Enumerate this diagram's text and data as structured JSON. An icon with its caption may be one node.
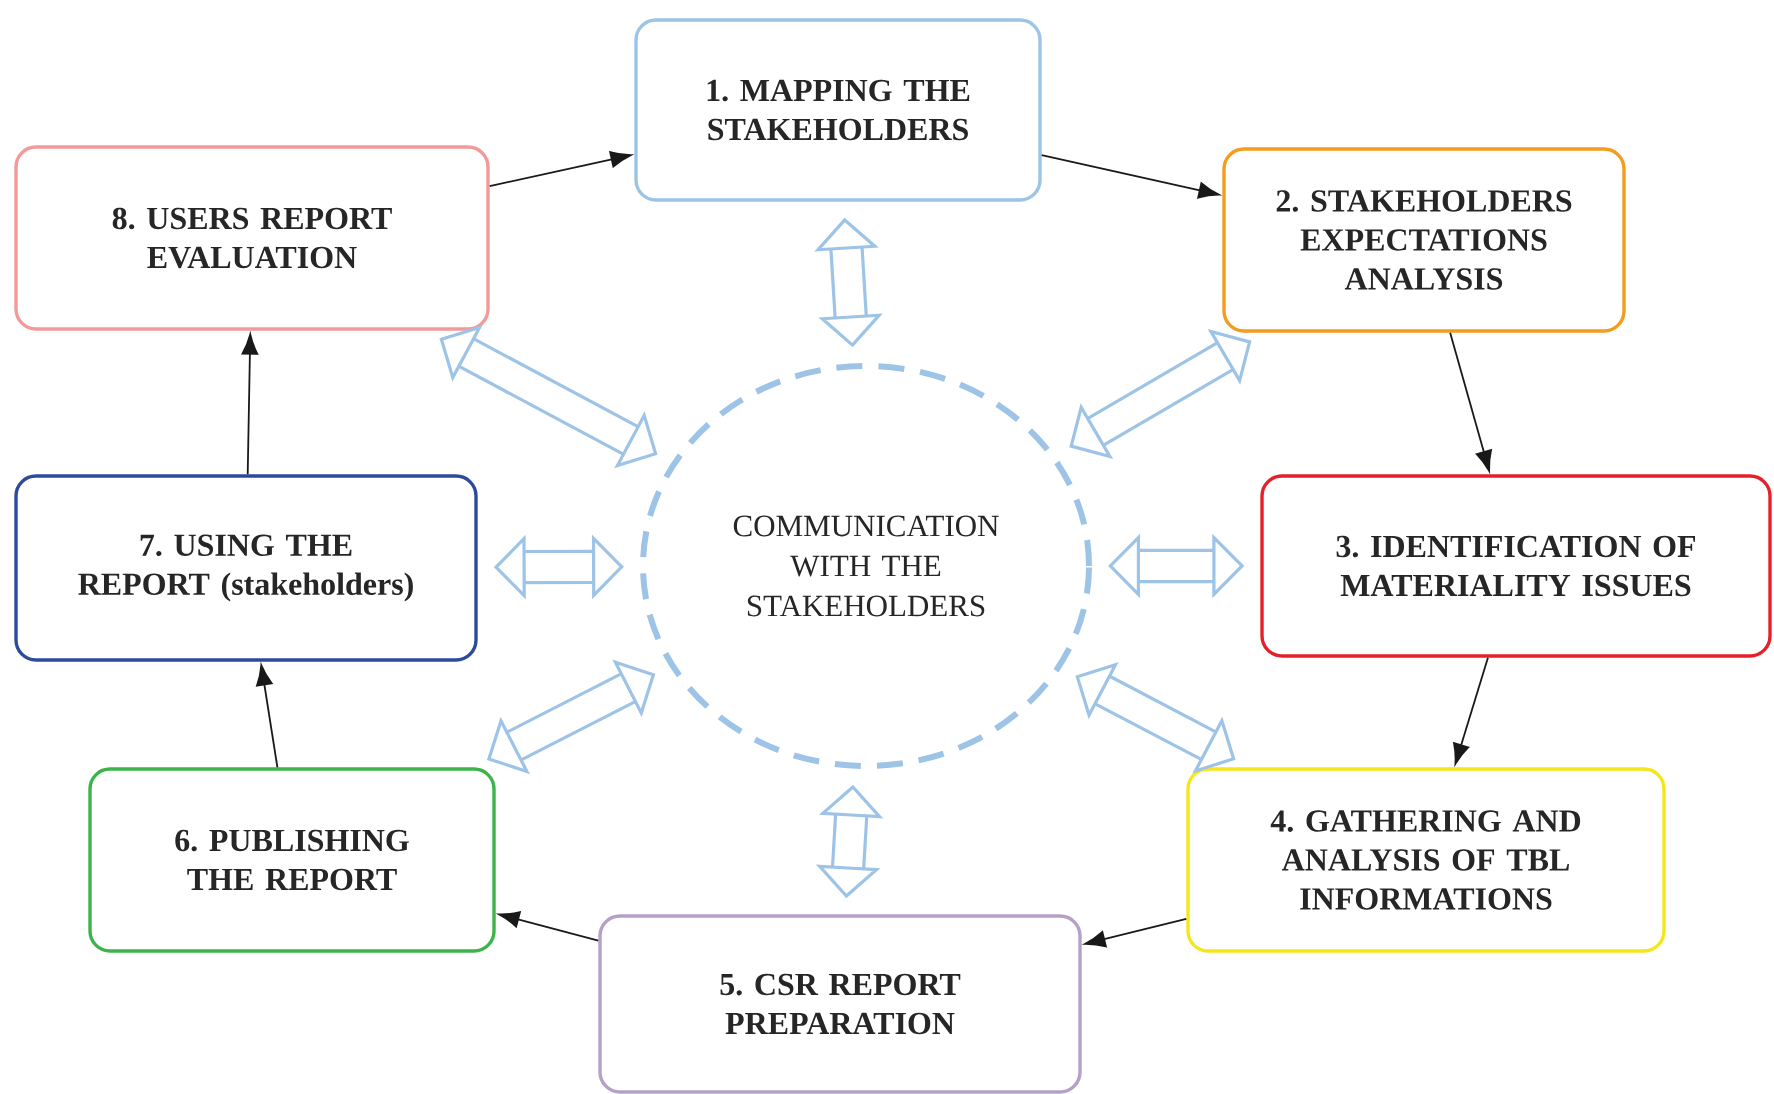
{
  "diagram": {
    "nodes": [
      {
        "text": [
          "1. MAPPING THE STAKEHOLDERS"
        ]
      },
      {
        "text": [
          "2. STAKEHOLDERS EXPECTATIONS ANALYSIS"
        ]
      },
      {
        "text": [
          "3. IDENTIFICATION OF MATERIALITY ISSUES"
        ]
      },
      {
        "text": [
          "4. GATHERING AND ANALYSIS OF TBL INFORMATIONS"
        ]
      },
      {
        "text": [
          "5. CSR REPORT PREPARATION"
        ]
      },
      {
        "text": [
          "6. PUBLISHING THE REPORT"
        ]
      },
      {
        "text": [
          "7. USING THE REPORT (stakeholders)"
        ]
      },
      {
        "text": [
          "8. USERS REPORT EVALUATION"
        ]
      },
      {
        "text": [
          "COMMUNICATION WITH THE STAKEHOLDERS"
        ]
      }
    ],
    "edges": [
      {
        "from": 0,
        "to": 1,
        "arrow": "to"
      },
      {
        "from": 1,
        "to": 2,
        "arrow": "to"
      },
      {
        "from": 2,
        "to": 3,
        "arrow": "to"
      },
      {
        "from": 3,
        "to": 4,
        "arrow": "to"
      },
      {
        "from": 4,
        "to": 5,
        "arrow": "to"
      },
      {
        "from": 5,
        "to": 6,
        "arrow": "to"
      },
      {
        "from": 6,
        "to": 7,
        "arrow": "to"
      },
      {
        "from": 7,
        "to": 0,
        "arrow": "to"
      },
      {
        "from": 8,
        "to": 0,
        "arrow": "both",
        "style": "thick",
        "color": "#9dc3e6"
      },
      {
        "from": 8,
        "to": 1,
        "arrow": "both",
        "style": "thick",
        "color": "#9dc3e6"
      },
      {
        "from": 8,
        "to": 2,
        "arrow": "both",
        "style": "thick",
        "color": "#9dc3e6"
      },
      {
        "from": 8,
        "to": 3,
        "arrow": "both",
        "style": "thick",
        "color": "#9dc3e6"
      },
      {
        "from": 8,
        "to": 4,
        "arrow": "both",
        "style": "thick",
        "color": "#9dc3e6"
      },
      {
        "from": 8,
        "to": 5,
        "arrow": "both",
        "style": "thick",
        "color": "#9dc3e6"
      },
      {
        "from": 8,
        "to": 6,
        "arrow": "both",
        "style": "thick",
        "color": "#9dc3e6"
      },
      {
        "from": 8,
        "to": 7,
        "arrow": "both",
        "style": "thick",
        "color": "#9dc3e6"
      }
    ]
  }
}
